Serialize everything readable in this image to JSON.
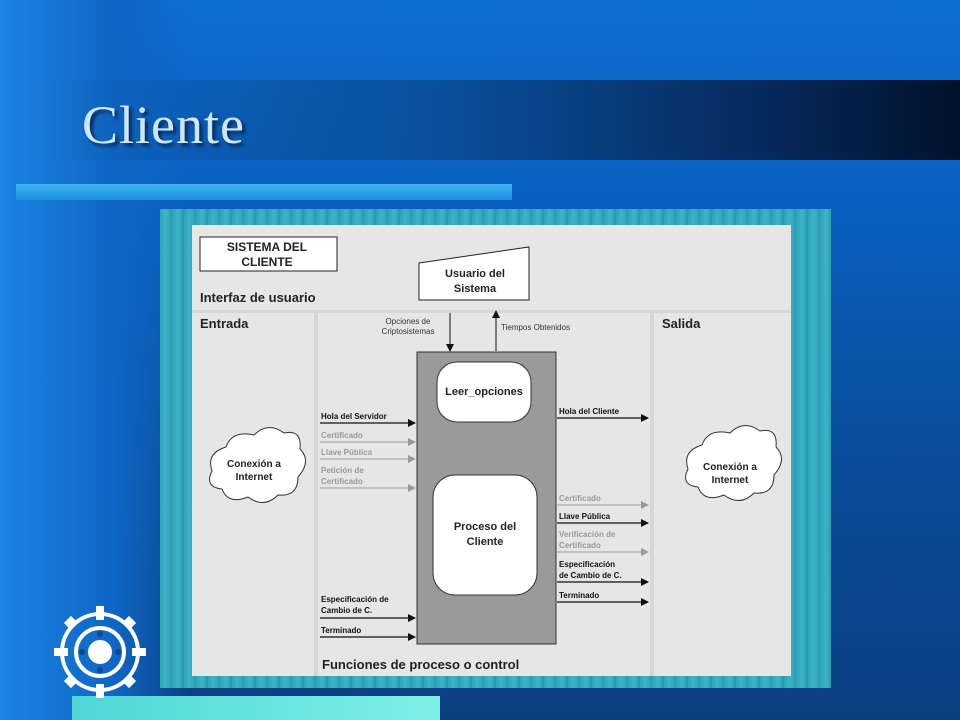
{
  "slide": {
    "title": "Cliente"
  },
  "diagram": {
    "system_box": {
      "line1": "SISTEMA DEL",
      "line2": "CLIENTE"
    },
    "user_box": {
      "line1": "Usuario del",
      "line2": "Sistema"
    },
    "interfaz_label": "Interfaz de usuario",
    "entrada_label": "Entrada",
    "salida_label": "Salida",
    "opciones_label": {
      "line1": "Opciones de",
      "line2": "Criptosistemas"
    },
    "tiempos_label": "Tiempos Obtenidos",
    "leer_opciones": "Leer_opciones",
    "proceso": {
      "line1": "Proceso del",
      "line2": "Cliente"
    },
    "conexion_left": {
      "line1": "Conexión a",
      "line2": "Internet"
    },
    "conexion_right": {
      "line1": "Conexión a",
      "line2": "Internet"
    },
    "inputs": {
      "hola_servidor": "Hola del Servidor",
      "certificado": "Certificado",
      "llave_publica": "Llave Pública",
      "peticion": {
        "line1": "Petición de",
        "line2": "Certificado"
      },
      "especificacion": {
        "line1": "Especificación de",
        "line2": "Cambio de C."
      },
      "terminado": "Terminado"
    },
    "outputs": {
      "hola_cliente": "Hola del Cliente",
      "certificado": "Certificado",
      "llave_publica": "Llave Pública",
      "verificacion": {
        "line1": "Verificación de",
        "line2": "Certificado"
      },
      "especificacion": {
        "line1": "Especificación",
        "line2": "de Cambio de C."
      },
      "terminado": "Terminado"
    },
    "funciones_label": "Funciones de proceso o control"
  }
}
